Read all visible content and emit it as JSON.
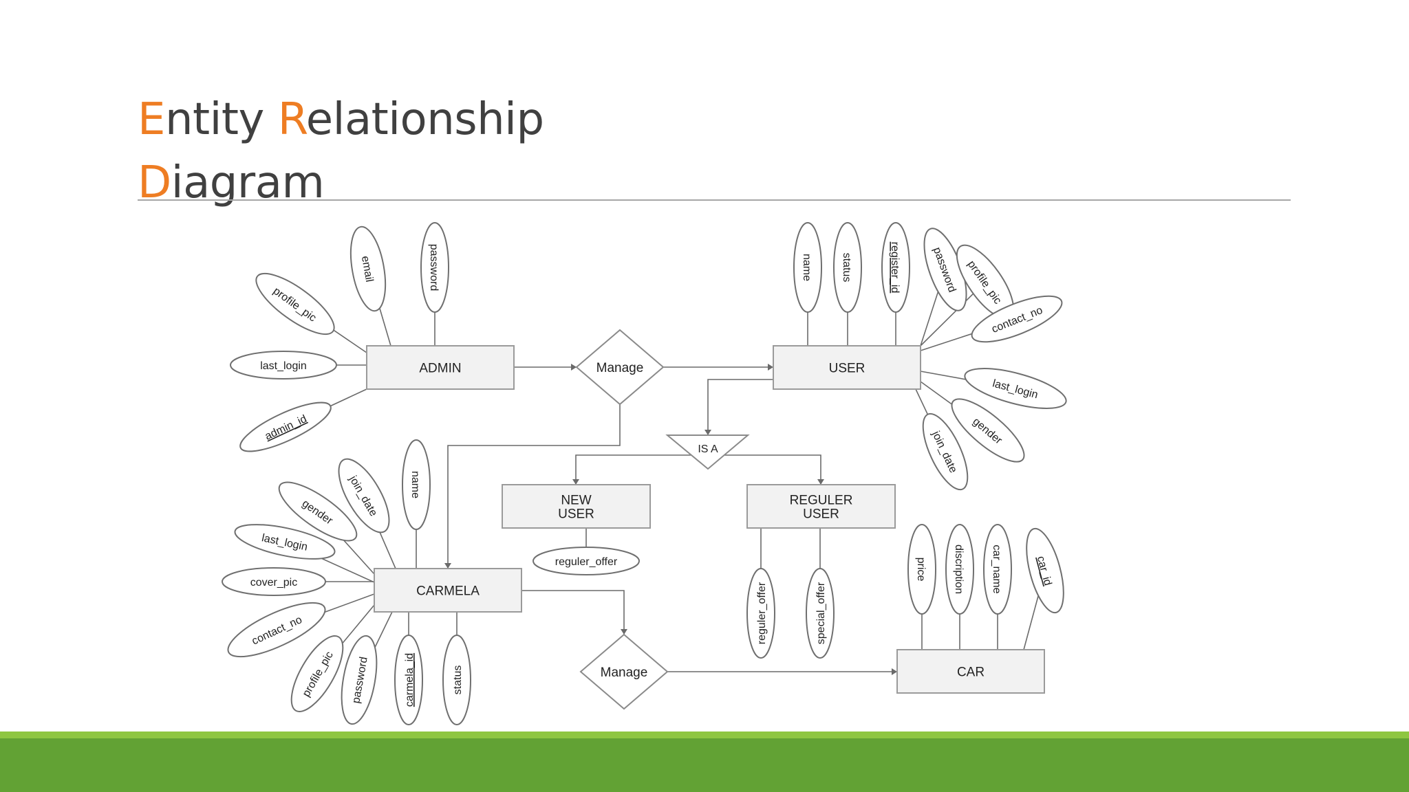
{
  "slide": {
    "title_line1": [
      {
        "text": "E",
        "accent": true
      },
      {
        "text": "ntity ",
        "accent": false
      },
      {
        "text": "R",
        "accent": true
      },
      {
        "text": "elationship",
        "accent": false
      }
    ],
    "title_line2": [
      {
        "text": "D",
        "accent": true
      },
      {
        "text": "iagram",
        "accent": false
      }
    ]
  },
  "colors": {
    "accent": "#ee7d23",
    "title": "#404040",
    "footer_light": "#8ec641",
    "footer_dark": "#62a234"
  },
  "erd": {
    "entities": {
      "admin": [
        "ADMIN"
      ],
      "user": [
        "USER"
      ],
      "carmela": [
        "CARMELA"
      ],
      "car": [
        "CAR"
      ],
      "new_user": [
        "NEW",
        "USER"
      ],
      "reguler_user": [
        "REGULER",
        "USER"
      ]
    },
    "relationships": {
      "manage_user": "Manage",
      "manage_car": "Manage",
      "is_a": "IS A"
    },
    "attributes": {
      "admin_email": "email",
      "admin_password": "password",
      "admin_profile_pic": "profile_pic",
      "admin_last_login": "last_login",
      "admin_id": "admin_id",
      "user_name": "name",
      "user_status": "status",
      "user_register_id": "register_id",
      "user_password": "password",
      "user_profile_pic": "profile_pic",
      "user_contact_no": "contact_no",
      "user_last_login": "last_login",
      "user_gender": "gender",
      "user_join_date": "join_date",
      "carmela_join_date": "join_date",
      "carmela_name": "name",
      "carmela_gender": "gender",
      "carmela_last_login": "last_login",
      "carmela_cover_pic": "cover_pic",
      "carmela_contact_no": "contact_no",
      "carmela_profile_pic": "profile_pic",
      "carmela_password": "password",
      "carmela_id": "carmela_id",
      "carmela_status": "status",
      "new_user_reguler_offer": "reguler_offer",
      "reguler_user_reguler_offer": "reguler_offer",
      "reguler_user_special_offer": "special_offer",
      "car_price": "price",
      "car_discription": "discription",
      "car_name": "car_name",
      "car_id": "car_id"
    }
  }
}
